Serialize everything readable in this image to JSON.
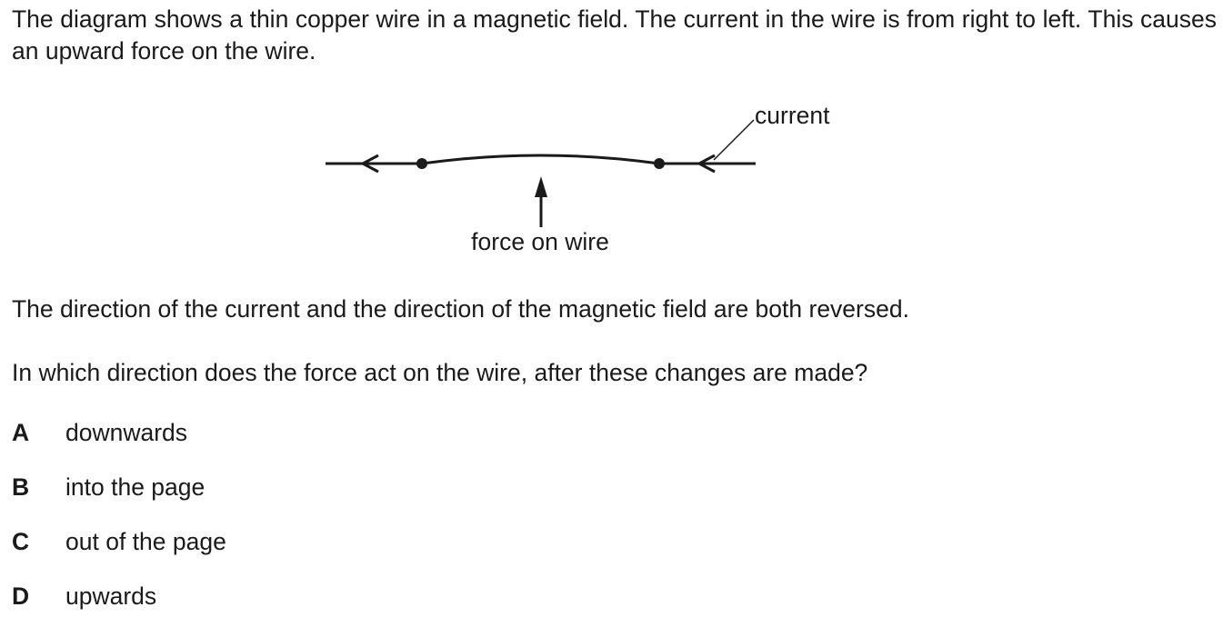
{
  "question": {
    "intro": "The diagram shows a thin copper wire in a magnetic field. The current in the wire is from right to left. This causes an upward force on the wire.",
    "statement": "The direction of the current and the direction of the magnetic field are both reversed.",
    "prompt": "In which direction does the force act on the wire, after these changes are made?"
  },
  "diagram": {
    "current_label": "current",
    "force_label": "force on wire"
  },
  "options": [
    {
      "letter": "A",
      "text": "downwards"
    },
    {
      "letter": "B",
      "text": "into the page"
    },
    {
      "letter": "C",
      "text": "out of the page"
    },
    {
      "letter": "D",
      "text": "upwards"
    }
  ]
}
